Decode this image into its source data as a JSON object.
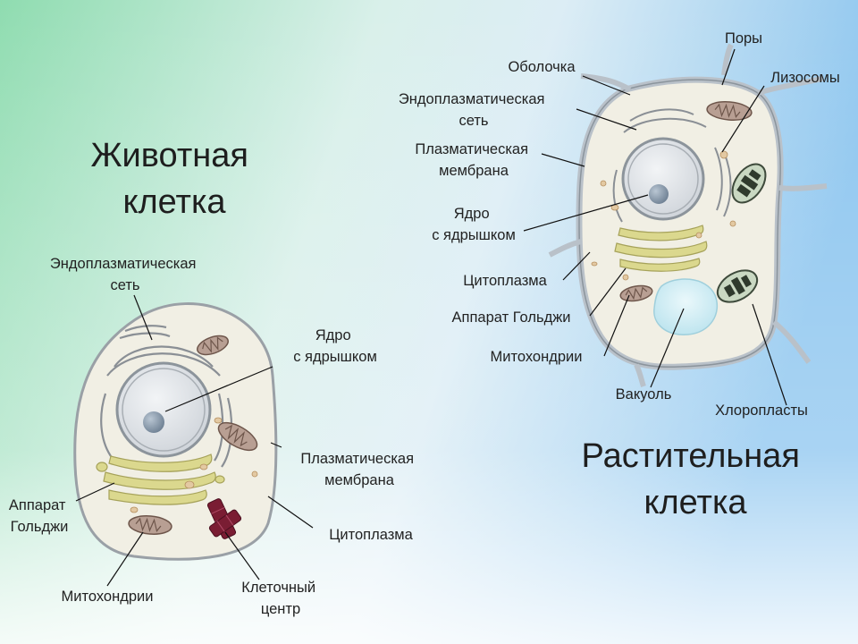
{
  "animal": {
    "title": [
      "Животная",
      "клетка"
    ],
    "labels": {
      "er": [
        "Эндоплазматическая",
        "сеть"
      ],
      "nucleus": [
        "Ядро",
        "с ядрышком"
      ],
      "plasma_membrane": [
        "Плазматическая",
        "мембрана"
      ],
      "golgi": [
        "Аппарат",
        "Гольджи"
      ],
      "cytoplasm": "Цитоплазма",
      "mitochondria": "Митохондрии",
      "cell_center": [
        "Клеточный",
        "центр"
      ]
    }
  },
  "plant": {
    "title": [
      "Растительная",
      "клетка"
    ],
    "labels": {
      "pores": "Поры",
      "wall": "Оболочка",
      "lysosomes": "Лизосомы",
      "er": [
        "Эндоплазматическая",
        "сеть"
      ],
      "plasma_membrane": [
        "Плазматическая",
        "мембрана"
      ],
      "nucleus": [
        "Ядро",
        "с ядрышком"
      ],
      "cytoplasm": "Цитоплазма",
      "golgi": "Аппарат Гольджи",
      "mitochondria": "Митохондрии",
      "vacuole": "Вакуоль",
      "chloroplasts": "Хлоропласты"
    }
  },
  "colors": {
    "bg_left": "#8fdcb0",
    "bg_right": "#8cc5ef",
    "cytoplasm": "#f1efe4",
    "nucleus": "#dfe3e8",
    "golgi": "#dbd88e",
    "mitochondria": "#b89f93",
    "cell_center": "#7a1d33",
    "chloroplast": "#c9d8c2",
    "vacuole": "#d3eef5"
  }
}
